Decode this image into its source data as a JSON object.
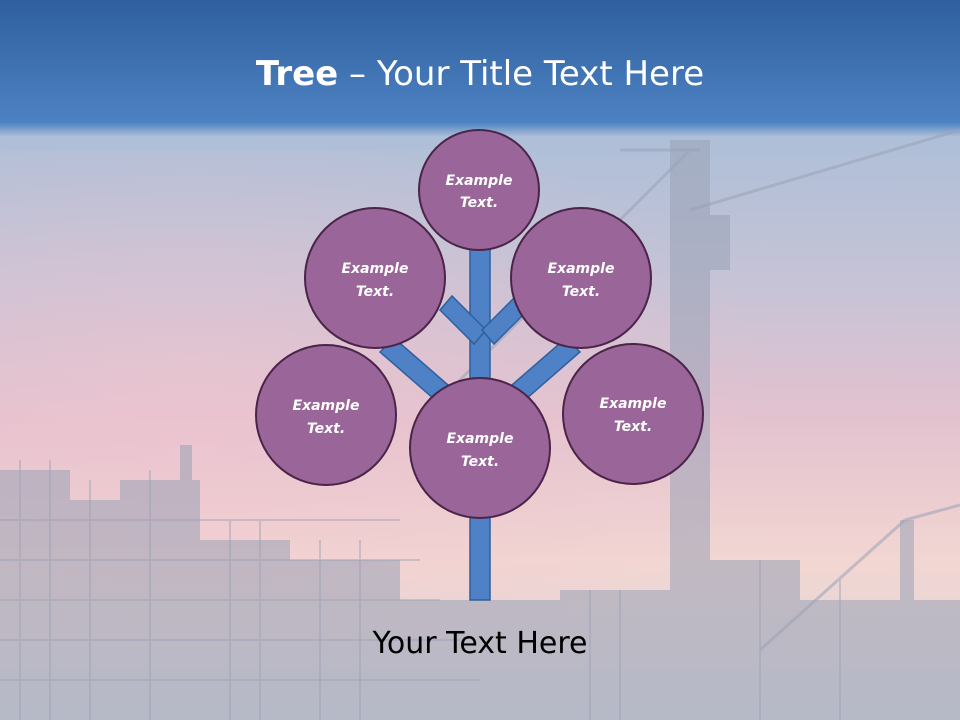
{
  "slide": {
    "title_bold": "Tree",
    "title_separator": " – ",
    "title_rest": "Your Title Text Here",
    "footer_text": "Your Text Here"
  },
  "diagram": {
    "type": "tree",
    "nodes": [
      {
        "id": "top",
        "line1": "Example",
        "line2": "Text."
      },
      {
        "id": "upper-left",
        "line1": "Example",
        "line2": "Text."
      },
      {
        "id": "upper-right",
        "line1": "Example",
        "line2": "Text."
      },
      {
        "id": "lower-left",
        "line1": "Example",
        "line2": "Text."
      },
      {
        "id": "center",
        "line1": "Example",
        "line2": "Text."
      },
      {
        "id": "lower-right",
        "line1": "Example",
        "line2": "Text."
      }
    ]
  },
  "colors": {
    "header_band": "#3f72b4",
    "node_fill": "#9a6598",
    "node_stroke": "#4a2548",
    "branch_fill": "#4f81c7",
    "branch_stroke": "#2e5f9e"
  }
}
